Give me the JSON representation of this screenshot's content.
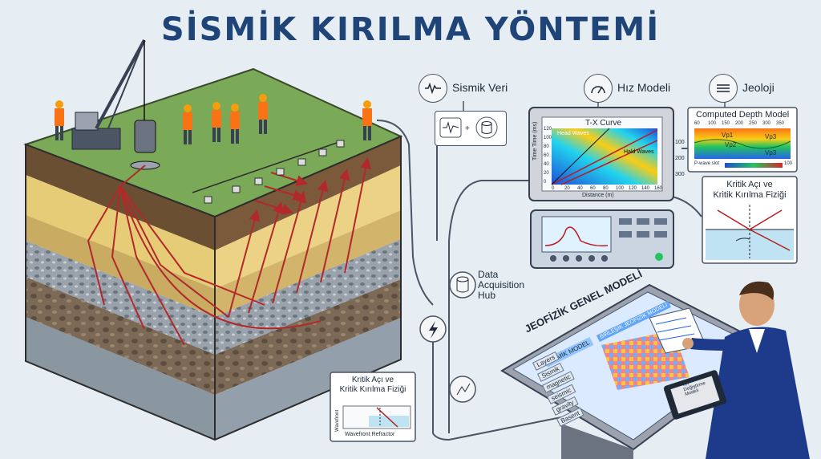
{
  "title": "SİSMİK KIRILMA YÖNTEMİ",
  "legend_items": [
    {
      "label": "Sismik Veri",
      "icon": "waveform-icon"
    },
    {
      "label": "Hız Modeli",
      "icon": "gauge-icon"
    },
    {
      "label": "Jeoloji",
      "icon": "layers-icon"
    }
  ],
  "hub_label": "Data\nAcquisition\nHub",
  "tx_curve": {
    "title": "T-X Curve",
    "ylabel": "Time Time (ms)",
    "xlabel": "Distance (m)",
    "head_waves": "Head Waves",
    "hald_waves": "Hald Waves",
    "x_ticks": [
      "0",
      "20",
      "40",
      "60",
      "80",
      "100",
      "120",
      "140",
      "160"
    ],
    "y_ticks": [
      "0",
      "20",
      "40",
      "60",
      "80",
      "100",
      "120"
    ],
    "right_ticks": [
      "100",
      "200",
      "300"
    ]
  },
  "depth_model": {
    "title": "Computed Depth Model",
    "x_ticks": [
      "60",
      "100",
      "150",
      "200",
      "250",
      "300",
      "350"
    ],
    "labels": [
      "Vp1",
      "Vp2",
      "Vp3",
      "Vp3"
    ],
    "colorbar_label": "P-wave slot",
    "colorbar_max": "100"
  },
  "critical_angle_right": "Kritik Açı ve\nKritik Kırılma Fiziği",
  "critical_angle_bottom": {
    "title": "Kritik Açı ve\nKritik Kırılma Fiziği",
    "vlabel": "Wavefront",
    "hlabel": "Wavefront Refractor"
  },
  "table_model": {
    "heading": "JEOFİZİK GENEL MODELİ",
    "tabs": [
      "SİSMİK MODEL",
      "BİRLEŞİK JEOFİZİK MODELİ"
    ],
    "side_items": [
      "Layers",
      "Sismik",
      "magnetic",
      "seismic",
      "gravity",
      "Basent"
    ],
    "tablet_text": "Yer Değiştirme Modeli"
  },
  "colors": {
    "title": "#1f4478",
    "grass": "#7aa958",
    "sand": "#e9cf7e",
    "ray": "#b3282b"
  }
}
